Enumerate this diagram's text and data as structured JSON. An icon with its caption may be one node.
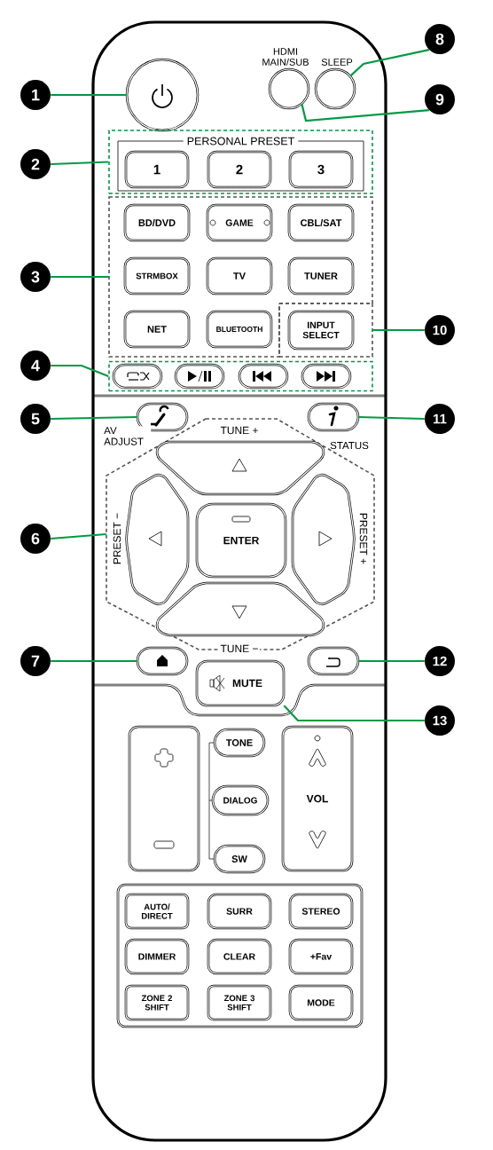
{
  "diagram": {
    "nodes": [
      {
        "text": [
          "1"
        ]
      },
      {
        "text": [
          "2"
        ]
      },
      {
        "text": [
          "3"
        ]
      },
      {
        "text": [
          "4"
        ]
      },
      {
        "text": [
          "5"
        ]
      },
      {
        "text": [
          "6"
        ]
      },
      {
        "text": [
          "7"
        ]
      },
      {
        "text": [
          "8"
        ]
      },
      {
        "text": [
          "9"
        ]
      },
      {
        "text": [
          "10"
        ]
      },
      {
        "text": [
          "11"
        ]
      },
      {
        "text": [
          "12"
        ]
      },
      {
        "text": [
          "13"
        ]
      },
      {
        "text": [],
        "shape": "remote"
      },
      {
        "text": [],
        "shape": "circle",
        "in": 13
      },
      {
        "text": [
          "HDMI MAIN/SUB"
        ],
        "in": 13
      },
      {
        "text": [
          "SLEEP"
        ],
        "in": 13
      },
      {
        "text": [],
        "shape": "box",
        "in": 13
      },
      {
        "text": [
          "PERSONAL PRESET"
        ],
        "in": 17
      },
      {
        "text": [
          "1"
        ],
        "in": 18
      },
      {
        "text": [
          "2"
        ],
        "in": 18
      },
      {
        "text": [
          "3"
        ],
        "in": 18
      },
      {
        "text": [],
        "shape": "box",
        "in": 13
      },
      {
        "text": [
          "BD/DVD"
        ],
        "in": 22
      },
      {
        "text": [
          "GAME"
        ],
        "in": 22
      },
      {
        "text": [
          "CBL/SAT"
        ],
        "in": 22
      },
      {
        "text": [
          "STRMBOX"
        ],
        "in": 22
      },
      {
        "text": [
          "TV"
        ],
        "in": 22
      },
      {
        "text": [
          "TUNER"
        ],
        "in": 22
      },
      {
        "text": [
          "NET"
        ],
        "in": 22
      },
      {
        "text": [
          "BLUETOOTH"
        ],
        "in": 22
      },
      {
        "text": [],
        "shape": "box",
        "in": 13
      },
      {
        "text": [
          "INPUT SELECT"
        ],
        "in": 31
      },
      {
        "text": [],
        "shape": "box",
        "in": 13
      },
      {
        "text": [],
        "shape": "box",
        "in": 33
      },
      {
        "text": [],
        "shape": "box",
        "in": 33
      },
      {
        "text": [],
        "shape": "box",
        "in": 33
      },
      {
        "text": [],
        "shape": "box",
        "in": 33
      },
      {
        "text": [
          "AV ADJUST"
        ],
        "in": 13
      },
      {
        "text": [
          "STATUS"
        ],
        "in": 13
      },
      {
        "text": [
          "TUNE +",
          "PRESET −",
          "PRESET +",
          "TUNE −"
        ],
        "in": 13
      },
      {
        "text": [],
        "shape": "box",
        "in": 40
      },
      {
        "text": [],
        "shape": "box",
        "in": 40
      },
      {
        "text": [
          "ENTER"
        ],
        "in": 40
      },
      {
        "text": [],
        "shape": "box",
        "in": 40
      },
      {
        "text": [],
        "shape": "box",
        "in": 40
      },
      {
        "text": [],
        "shape": "box",
        "in": 13
      },
      {
        "text": [],
        "shape": "box",
        "in": 13
      },
      {
        "text": [
          "MUTE"
        ],
        "in": 13
      },
      {
        "text": [],
        "shape": "box",
        "in": 13
      },
      {
        "text": [
          "TONE"
        ],
        "in": 13
      },
      {
        "text": [
          "DIALOG"
        ],
        "in": 13
      },
      {
        "text": [
          "SW"
        ],
        "in": 13
      },
      {
        "text": [
          "VOL"
        ],
        "in": 13
      },
      {
        "text": [],
        "shape": "box",
        "in": 13
      },
      {
        "text": [
          "AUTO/ DIRECT"
        ],
        "in": 54
      },
      {
        "text": [
          "SURR"
        ],
        "in": 54
      },
      {
        "text": [
          "STEREO"
        ],
        "in": 54
      },
      {
        "text": [
          "DIMMER"
        ],
        "in": 54
      },
      {
        "text": [
          "CLEAR"
        ],
        "in": 54
      },
      {
        "text": [
          "+Fav"
        ],
        "in": 54
      },
      {
        "text": [
          "ZONE 2 SHIFT"
        ],
        "in": 54
      },
      {
        "text": [
          "ZONE 3 SHIFT"
        ],
        "in": 54
      },
      {
        "text": [
          "MODE"
        ],
        "in": 54
      }
    ],
    "edges": [
      {
        "from": 0,
        "to": 14,
        "arrow": "none"
      },
      {
        "from": 1,
        "to": 17,
        "arrow": "none"
      },
      {
        "from": 2,
        "to": 22,
        "arrow": "none"
      },
      {
        "from": 3,
        "to": 33,
        "arrow": "none"
      },
      {
        "from": 4,
        "to": 38,
        "arrow": "none"
      },
      {
        "from": 5,
        "to": 40,
        "arrow": "none"
      },
      {
        "from": 6,
        "to": 46,
        "arrow": "none"
      },
      {
        "from": 7,
        "to": 16,
        "arrow": "none"
      },
      {
        "from": 8,
        "to": 15,
        "arrow": "none"
      },
      {
        "from": 9,
        "to": 31,
        "arrow": "none"
      },
      {
        "from": 10,
        "to": 39,
        "arrow": "none"
      },
      {
        "from": 11,
        "to": 47,
        "arrow": "none"
      },
      {
        "from": 12,
        "to": 48,
        "arrow": "none"
      }
    ]
  }
}
